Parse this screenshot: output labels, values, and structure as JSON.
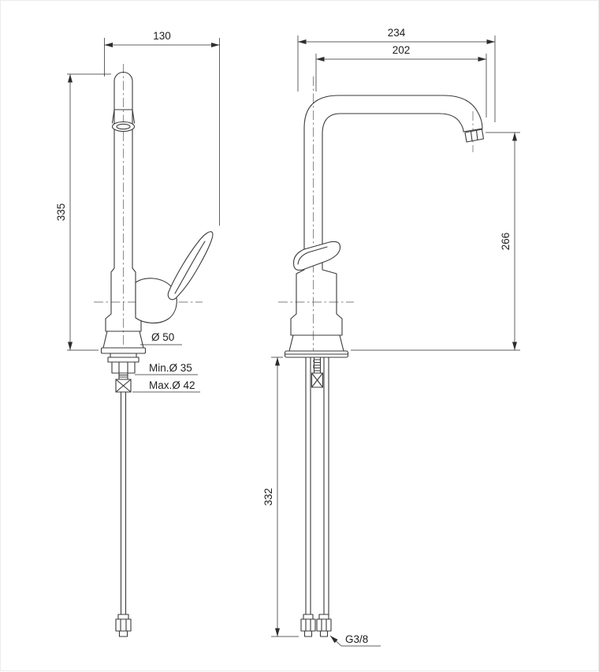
{
  "drawing": {
    "name": "kitchen-mixer-tap-technical-drawing",
    "line_color": "#3a3a3a",
    "dimension_color": "#2d2d2d",
    "views": {
      "front": {
        "dims": {
          "width": "130",
          "height": "335",
          "base_diameter": "Ø 50",
          "min_hole": "Min.Ø 35",
          "max_hole": "Max.Ø 42"
        }
      },
      "side": {
        "dims": {
          "projection_total": "234",
          "projection_spout": "202",
          "spout_height": "266",
          "hose_length": "332",
          "thread": "G3/8"
        }
      }
    }
  }
}
